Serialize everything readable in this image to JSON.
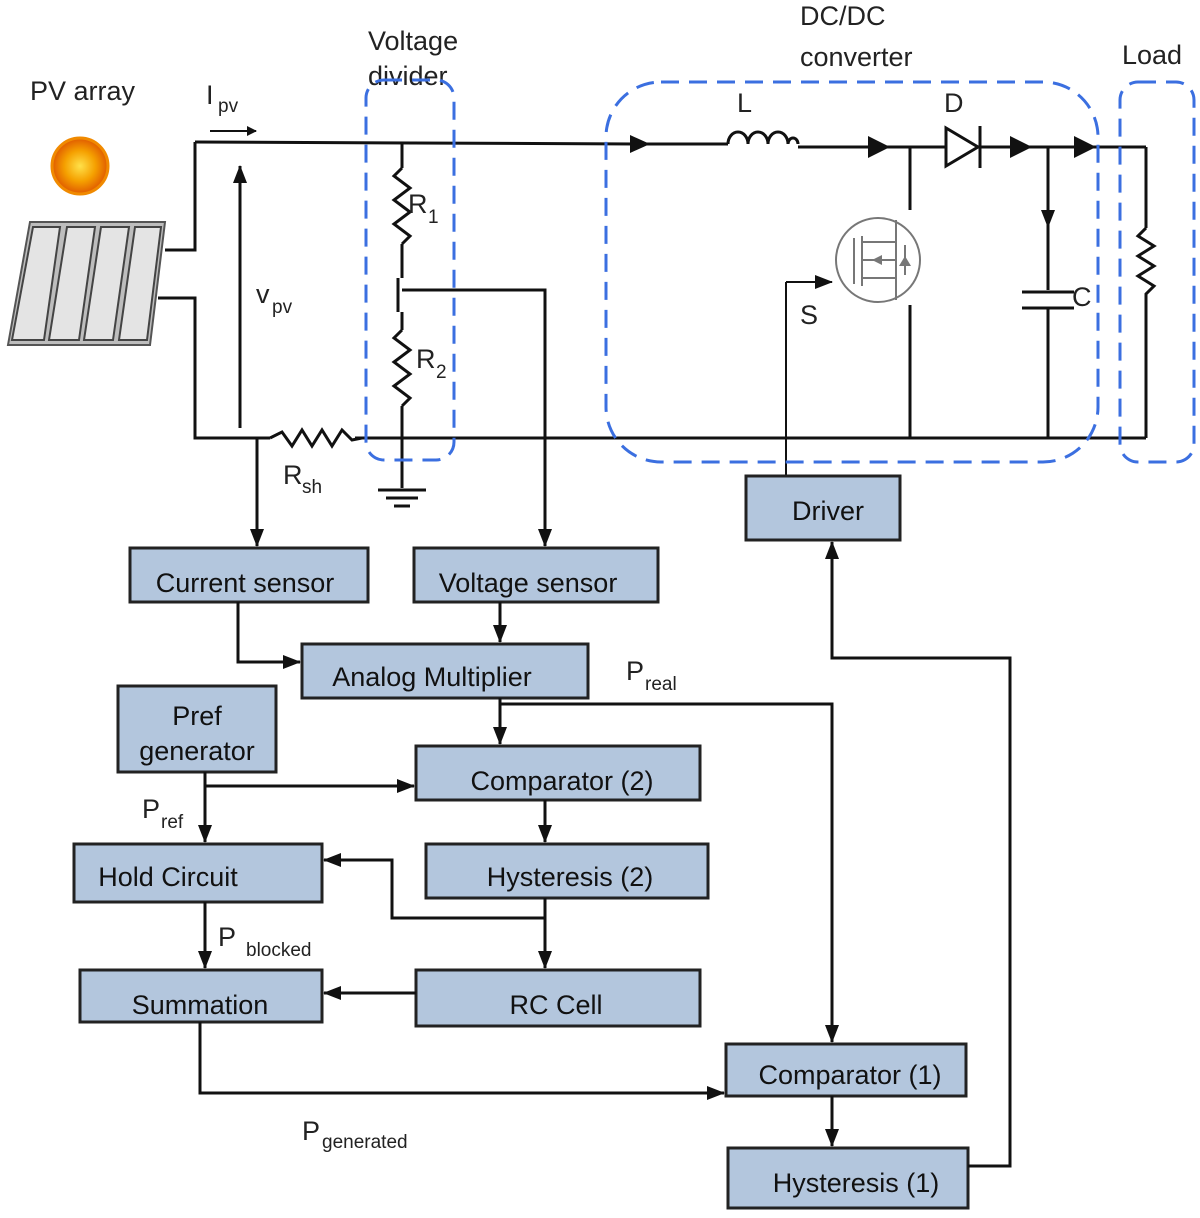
{
  "labels": {
    "pv_array": "PV array",
    "i_pv": "I",
    "i_pv_sub": "pv",
    "v_pv": "v",
    "v_pv_sub": "pv",
    "voltage_divider_line1": "Voltage",
    "voltage_divider_line2": "divider",
    "dcdc_line1": "DC/DC",
    "dcdc_line2": "converter",
    "load": "Load",
    "inductor": "L",
    "diode": "D",
    "switch": "S",
    "capacitor": "C",
    "r1": "R",
    "r1_sub": "1",
    "r2": "R",
    "r2_sub": "2",
    "rsh": "R",
    "rsh_sub": "sh",
    "p_real": "P",
    "p_real_sub": "real",
    "p_ref": "P",
    "p_ref_sub": "ref",
    "p_blocked": "P",
    "p_blocked_sub": "blocked",
    "p_generated": "P",
    "p_generated_sub": "generated"
  },
  "blocks": {
    "driver": "Driver",
    "current_sensor": "Current sensor",
    "voltage_sensor": "Voltage sensor",
    "analog_multiplier": "Analog  Multiplier",
    "pref_generator_line1": "Pref",
    "pref_generator_line2": "generator",
    "comparator2": "Comparator  (2)",
    "hysteresis2": "Hysteresis (2)",
    "hold_circuit": "Hold Circuit",
    "summation": "Summation",
    "rc_cell": "RC Cell",
    "comparator1": "Comparator  (1)",
    "hysteresis1": "Hysteresis  (1)"
  },
  "colors": {
    "block_fill": "#b3c6dd",
    "dashed_boundary": "#3b6fe0",
    "sun": "#f5a000",
    "panel": "#cfcfcf"
  }
}
